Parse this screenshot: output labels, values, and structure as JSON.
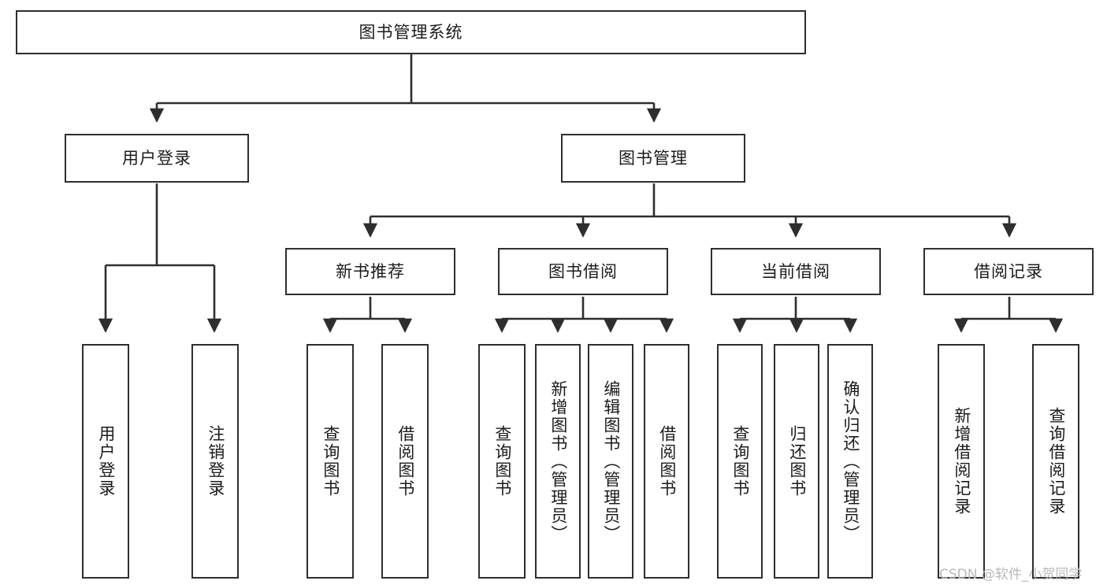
{
  "diagram": {
    "type": "tree-hierarchy",
    "title": "图书管理系统",
    "watermark": "CSDN @软件_小贺同学",
    "colors": {
      "stroke": "#2e2e2e",
      "fill": "#ffffff",
      "text": "#1b1b1b",
      "watermark": "#b9b9b9"
    },
    "nodes": {
      "root": {
        "label": "图书管理系统"
      },
      "level1": [
        {
          "id": "user-login",
          "label": "用户登录"
        },
        {
          "id": "book-management",
          "label": "图书管理"
        }
      ],
      "level2": [
        {
          "id": "new-book-recommend",
          "label": "新书推荐"
        },
        {
          "id": "book-borrow",
          "label": "图书借阅"
        },
        {
          "id": "current-borrow",
          "label": "当前借阅"
        },
        {
          "id": "borrow-record",
          "label": "借阅记录"
        }
      ],
      "leaves": {
        "user-login": [
          {
            "id": "leaf-user-login",
            "label": "用户登录"
          },
          {
            "id": "leaf-logout-login",
            "label": "注销登录"
          }
        ],
        "new-book-recommend": [
          {
            "id": "leaf-query-book-1",
            "label": "查询图书"
          },
          {
            "id": "leaf-borrow-book-1",
            "label": "借阅图书"
          }
        ],
        "book-borrow": [
          {
            "id": "leaf-query-book-2",
            "label": "查询图书"
          },
          {
            "id": "leaf-add-book",
            "label": "新增图书（管理员）"
          },
          {
            "id": "leaf-edit-book",
            "label": "编辑图书（管理员）"
          },
          {
            "id": "leaf-borrow-book-2",
            "label": "借阅图书"
          }
        ],
        "current-borrow": [
          {
            "id": "leaf-query-book-3",
            "label": "查询图书"
          },
          {
            "id": "leaf-return-book",
            "label": "归还图书"
          },
          {
            "id": "leaf-confirm-return",
            "label": "确认归还（管理员）"
          }
        ],
        "borrow-record": [
          {
            "id": "leaf-add-record",
            "label": "新增借阅记录"
          },
          {
            "id": "leaf-query-record",
            "label": "查询借阅记录"
          }
        ]
      }
    }
  }
}
